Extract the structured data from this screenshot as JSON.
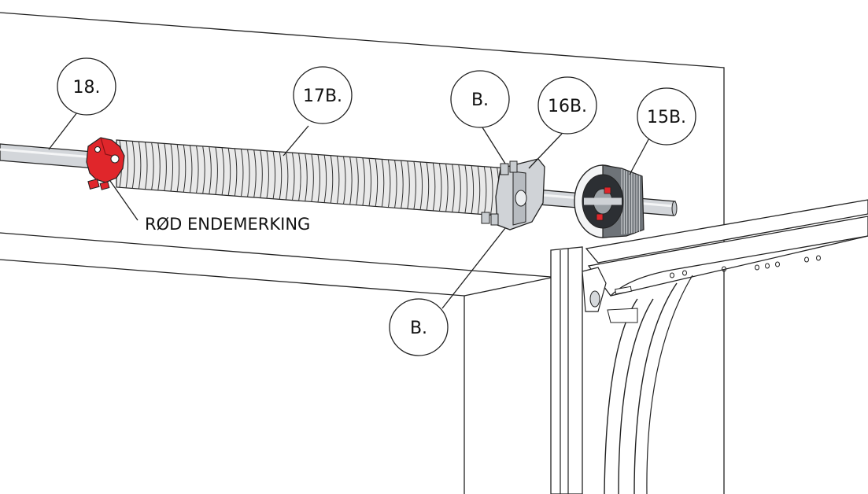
{
  "callouts": {
    "c18": "18.",
    "c17b": "17B.",
    "cB_top": "B.",
    "c16b": "16B.",
    "c15b": "15B.",
    "cB_bottom": "B."
  },
  "note": "RØD ENDEMERKING",
  "colors": {
    "end_marker": "#e0262b",
    "line": "#222222",
    "shaft": "#cfd2d6",
    "spring": "#e8e8e8",
    "metal": "#bfc3c8"
  }
}
